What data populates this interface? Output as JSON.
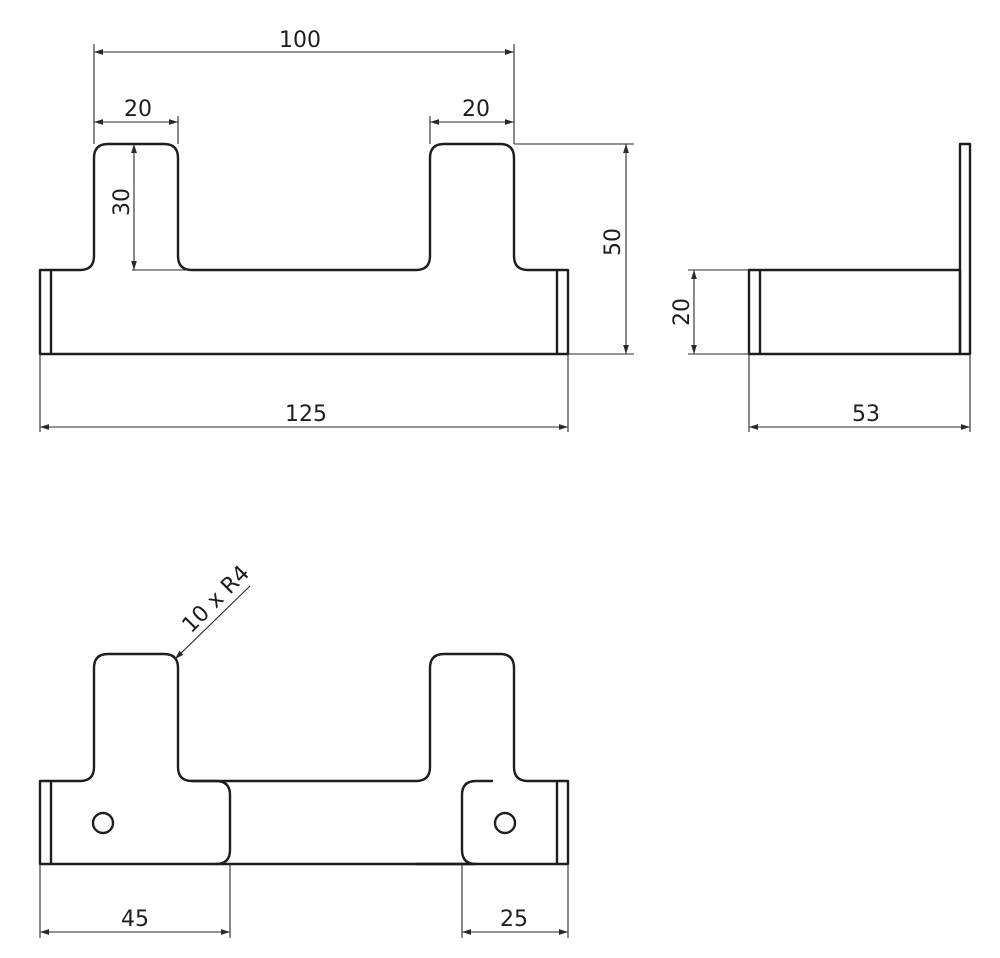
{
  "dimensions": {
    "top_span": "100",
    "left_tab_width": "20",
    "right_tab_width": "20",
    "tab_height": "30",
    "total_height": "50",
    "overall_length": "125",
    "side_height": "20",
    "side_depth": "53",
    "radius_note": "10 x R4",
    "left_plate": "45",
    "right_plate": "25"
  }
}
